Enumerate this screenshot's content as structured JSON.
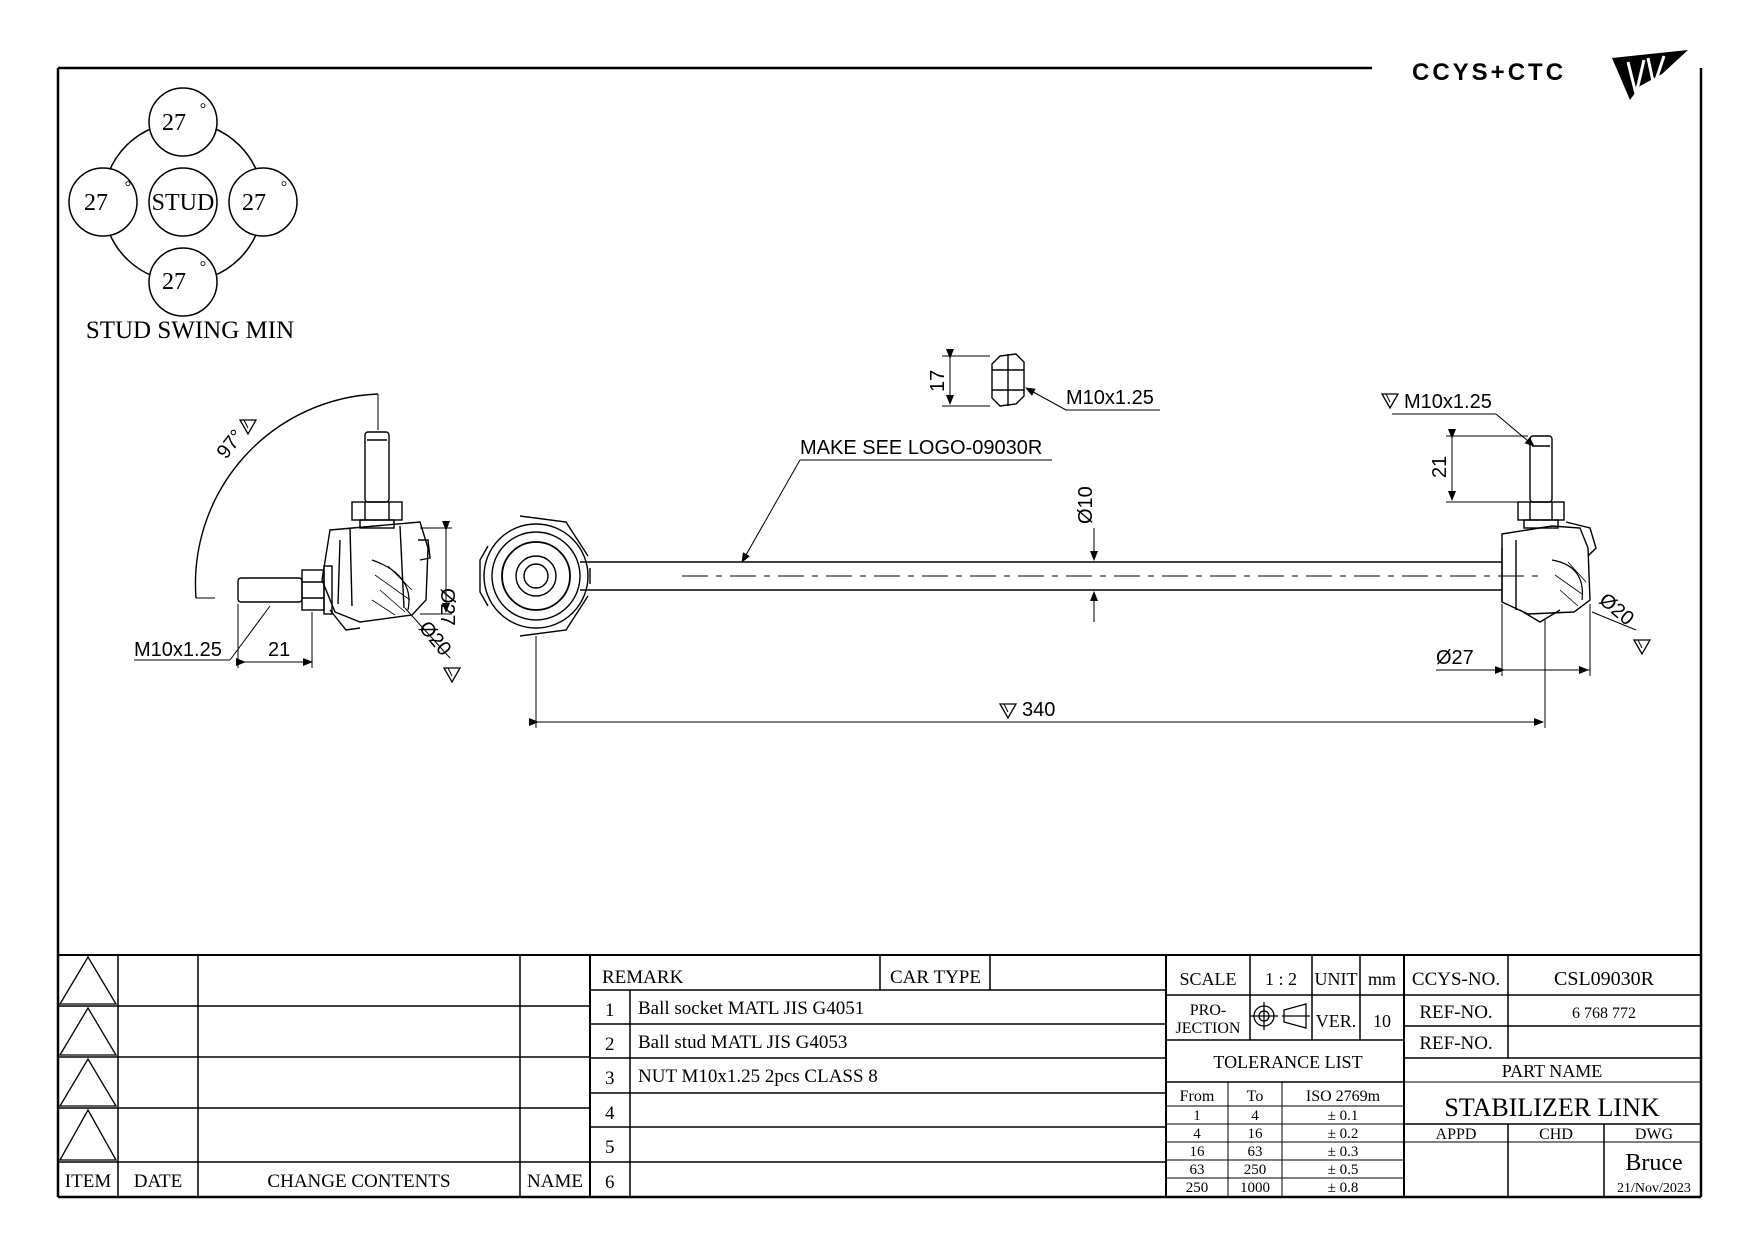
{
  "logo": {
    "text": "CCYS+CTC"
  },
  "stud_swing": {
    "title": "STUD SWING MIN",
    "center_label": "STUD",
    "top": "27",
    "left": "27",
    "right": "27",
    "bottom": "27",
    "degree_symbol": "°"
  },
  "dimensions": {
    "angle": "97°",
    "left_thread": "M10x1.25",
    "left_thread_len": "21",
    "left_dia_27": "Ø27",
    "left_dia_20": "Ø20",
    "nut_height": "17",
    "nut_thread": "M10x1.25",
    "logo_note": "MAKE SEE LOGO-09030R",
    "rod_dia": "Ø10",
    "right_thread": "M10x1.25",
    "right_thread_len": "21",
    "right_dia_27": "Ø27",
    "right_dia_20": "Ø20",
    "length": "340"
  },
  "revision_table": {
    "headers": {
      "item": "ITEM",
      "date": "DATE",
      "change": "CHANGE CONTENTS",
      "name": "NAME"
    }
  },
  "remarks": {
    "remark_label": "REMARK",
    "car_type_label": "CAR TYPE",
    "rows": [
      {
        "no": "1",
        "text": "Ball socket MATL JIS G4051"
      },
      {
        "no": "2",
        "text": "Ball stud MATL JIS G4053"
      },
      {
        "no": "3",
        "text": "NUT M10x1.25 2pcs CLASS 8"
      },
      {
        "no": "4",
        "text": ""
      },
      {
        "no": "5",
        "text": ""
      },
      {
        "no": "6",
        "text": ""
      }
    ]
  },
  "info": {
    "scale_label": "SCALE",
    "scale_value": "1 : 2",
    "unit_label": "UNIT",
    "unit_value": "mm",
    "projection_label_1": "PRO-",
    "projection_label_2": "JECTION",
    "ver_label": "VER.",
    "ver_value": "10",
    "tolerance_title": "TOLERANCE LIST",
    "tol_headers": {
      "from": "From",
      "to": "To",
      "iso": "ISO 2769m"
    },
    "tolerances": [
      {
        "from": "1",
        "to": "4",
        "tol": "± 0.1"
      },
      {
        "from": "4",
        "to": "16",
        "tol": "± 0.2"
      },
      {
        "from": "16",
        "to": "63",
        "tol": "± 0.3"
      },
      {
        "from": "63",
        "to": "250",
        "tol": "± 0.5"
      },
      {
        "from": "250",
        "to": "1000",
        "tol": "± 0.8"
      }
    ]
  },
  "title_block": {
    "ccys_label": "CCYS-NO.",
    "ccys_value": "CSL09030R",
    "ref_label_1": "REF-NO.",
    "ref_value_1": "6 768 772",
    "ref_label_2": "REF-NO.",
    "ref_value_2": "",
    "part_name_label": "PART NAME",
    "part_name": "STABILIZER LINK",
    "appd_label": "APPD",
    "chd_label": "CHD",
    "dwg_label": "DWG",
    "dwg_name": "Bruce",
    "dwg_date": "21/Nov/2023"
  }
}
